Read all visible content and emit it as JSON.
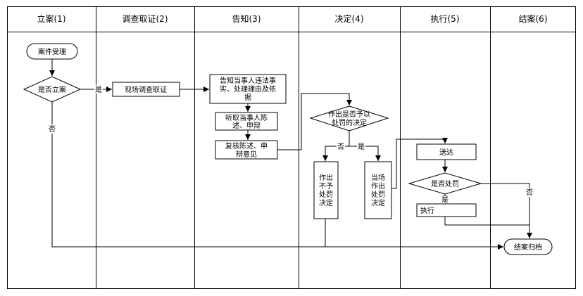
{
  "lanes": [
    {
      "label": "立案(1)"
    },
    {
      "label": "调查取证(2)"
    },
    {
      "label": "告知(3)"
    },
    {
      "label": "决定(4)"
    },
    {
      "label": "执行(5)"
    },
    {
      "label": "结案(6)"
    }
  ],
  "nodes": {
    "case_accept": {
      "lines": [
        "案件受理"
      ]
    },
    "file_case_decision": {
      "lines": [
        "是否立案"
      ]
    },
    "investigation": {
      "lines": [
        "现场调查取证"
      ]
    },
    "notify": {
      "lines": [
        "告知当事人违法事",
        "实、处理理由及依",
        "据"
      ]
    },
    "hearing": {
      "lines": [
        "听取当事人陈",
        "述、申辩"
      ]
    },
    "review": {
      "lines": [
        "复核陈述、申",
        "辩意见"
      ]
    },
    "penalty_decision": {
      "lines": [
        "作出是否予以",
        "处罚的决定"
      ]
    },
    "no_penalty": {
      "lines": [
        "作出",
        "不予",
        "处罚",
        "决定"
      ]
    },
    "onsite_penalty": {
      "lines": [
        "当场",
        "作出",
        "处罚",
        "决定"
      ]
    },
    "deliver": {
      "lines": [
        "送达"
      ]
    },
    "whether_penalty": {
      "lines": [
        "是否处罚"
      ]
    },
    "execute": {
      "lines": [
        "执行"
      ]
    },
    "close_case": {
      "lines": [
        "结案归档"
      ]
    }
  },
  "edge_labels": {
    "file_yes": "是",
    "file_no": "否",
    "decision_no": "否",
    "decision_yes": "是",
    "penalty_yes": "是",
    "penalty_no": "否"
  },
  "colors": {
    "line": "#000000",
    "background": "#ffffff"
  }
}
